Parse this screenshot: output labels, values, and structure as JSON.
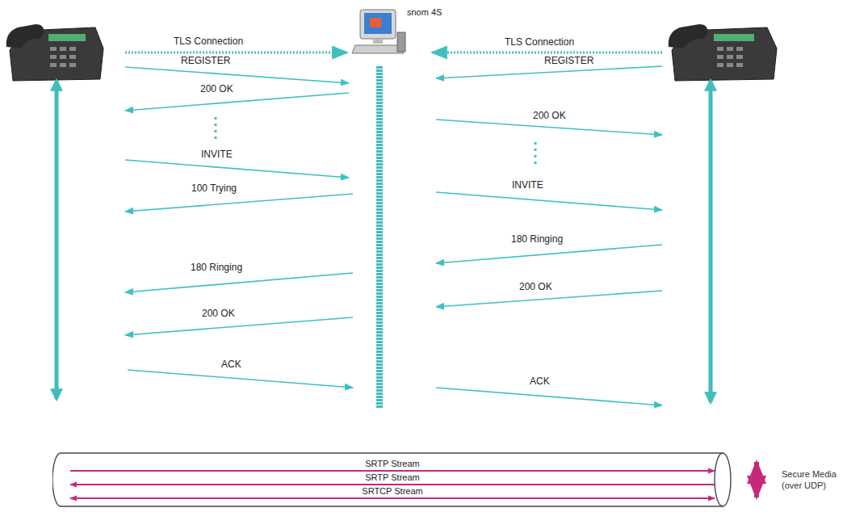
{
  "diagram": {
    "nodes": [
      {
        "text": [
          "snom 4S"
        ]
      },
      {
        "text": [
          "SRTP Stream",
          "SRTP Stream",
          "SRTCP Stream"
        ]
      }
    ],
    "labels": [
      "TLS Connection",
      "REGISTER",
      "200 OK",
      "INVITE",
      "100 Trying",
      "180 Ringing",
      "200 OK",
      "ACK",
      "TLS Connection",
      "REGISTER",
      "200 OK",
      "INVITE",
      "180 Ringing",
      "200 OK",
      "ACK"
    ],
    "legend": [
      {
        "text": "Secure Media (over UDP)"
      }
    ]
  }
}
